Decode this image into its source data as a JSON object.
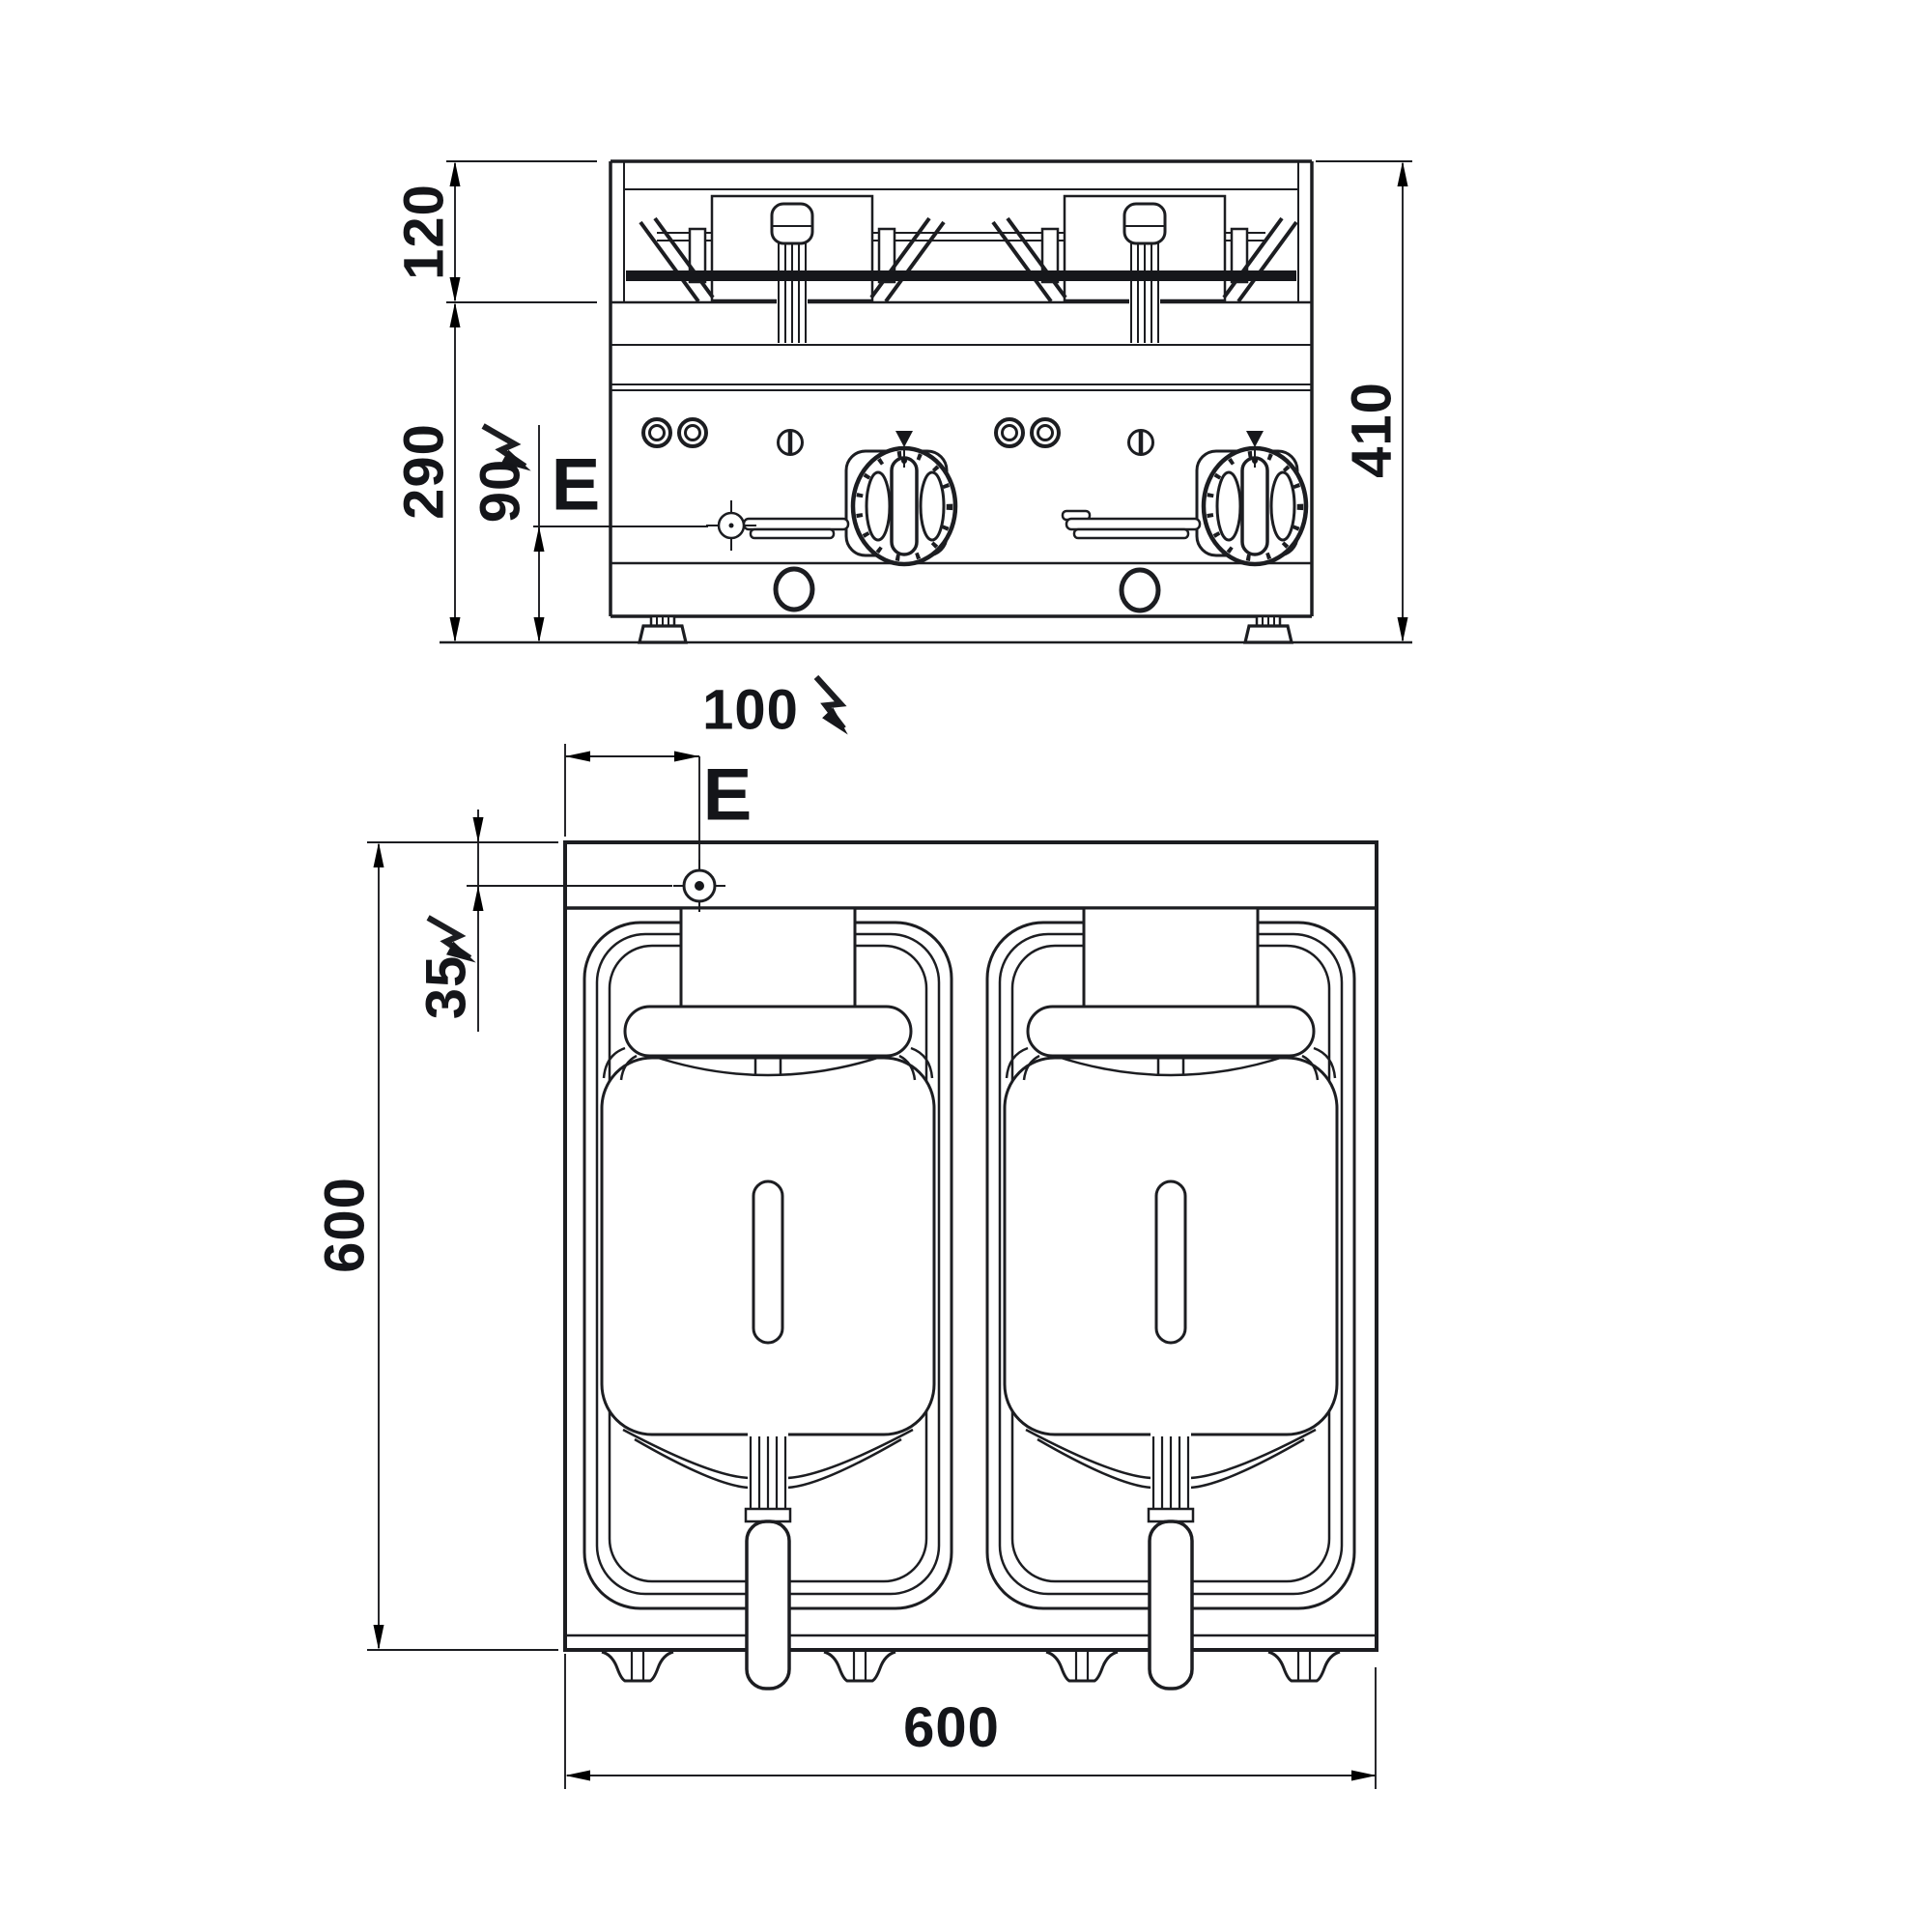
{
  "front_view": {
    "dim_top_section": "120",
    "dim_body_height": "290",
    "dim_electric_height": "90",
    "dim_total_height": "410",
    "electric_label": "E"
  },
  "top_view": {
    "dim_electric_offset_x": "100",
    "dim_electric_offset_y": "35",
    "dim_depth": "600",
    "dim_width": "600",
    "electric_label": "E"
  },
  "icons": [
    {
      "name": "lightning-bolt-icon",
      "meaning": "electrical connection"
    },
    {
      "name": "crosshair-icon",
      "meaning": "electrical connection point"
    }
  ],
  "colors": {
    "line": "#1c1d21",
    "text": "#141519",
    "background": "#ffffff"
  }
}
